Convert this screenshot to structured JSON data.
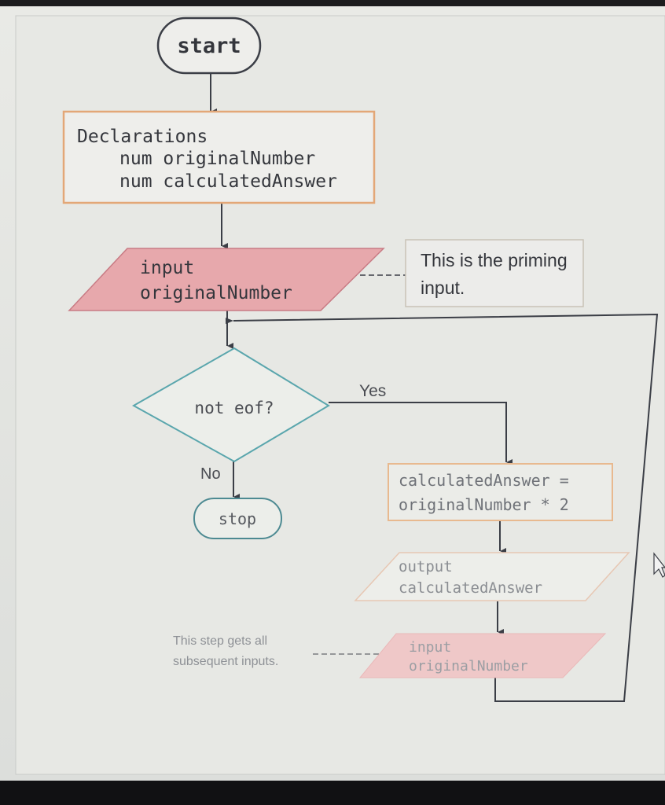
{
  "flowchart": {
    "start": "start",
    "declarations": {
      "title": "Declarations",
      "line1": "num originalNumber",
      "line2": "num calculatedAnswer"
    },
    "priming_input": {
      "line1": "input",
      "line2": "originalNumber"
    },
    "priming_note": {
      "line1": "This is the priming",
      "line2": "input."
    },
    "decision": "not eof?",
    "yes_label": "Yes",
    "no_label": "No",
    "stop": "stop",
    "process": {
      "line1": "calculatedAnswer =",
      "line2": "originalNumber * 2"
    },
    "output": {
      "line1": "output",
      "line2": "calculatedAnswer"
    },
    "loop_input": {
      "line1": "input",
      "line2": "originalNumber"
    },
    "subsequent_note": {
      "line1": "This step gets all",
      "line2": "subsequent inputs."
    }
  },
  "colors": {
    "paper": "#e6e7e3",
    "line": "#3b3e46",
    "terminal_stroke": "#4d8a92",
    "decision_stroke": "#5aa6ad",
    "process_stroke": "#e3a777",
    "io_fill": "#e7a8ac",
    "text": "#34363c"
  }
}
